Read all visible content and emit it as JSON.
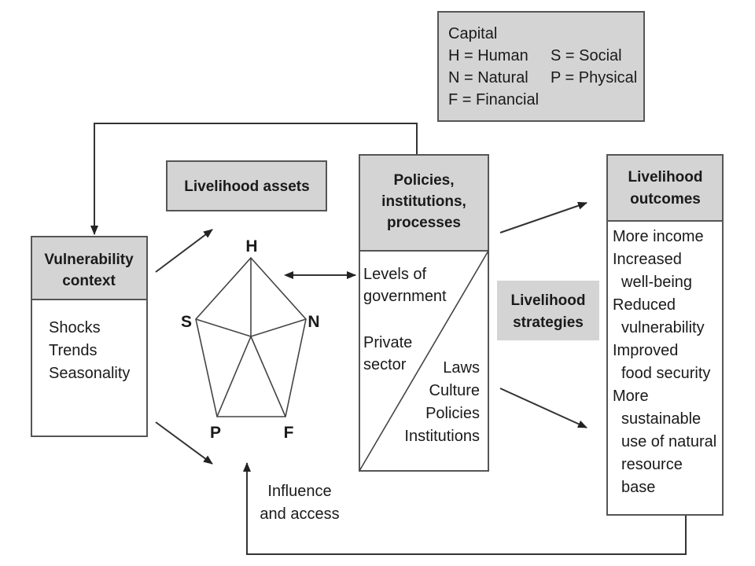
{
  "capital": {
    "title": "Capital",
    "h": "H = Human",
    "s": "S = Social",
    "n": "N = Natural",
    "p": "P = Physical",
    "f": "F = Financial"
  },
  "assets": {
    "label": "Livelihood assets",
    "nodes": {
      "h": "H",
      "s": "S",
      "n": "N",
      "p": "P",
      "f": "F"
    }
  },
  "vulnerability": {
    "title_line1": "Vulnerability",
    "title_line2": "context",
    "items": [
      "Shocks",
      "Trends",
      "Seasonality"
    ]
  },
  "policies": {
    "title_line1": "Policies,",
    "title_line2": "institutions,",
    "title_line3": "processes",
    "upper": [
      "Levels of",
      "government",
      "Private",
      "sector"
    ],
    "lower": [
      "Laws",
      "Culture",
      "Policies",
      "Institutions"
    ]
  },
  "strategies": {
    "line1": "Livelihood",
    "line2": "strategies"
  },
  "outcomes": {
    "title_line1": "Livelihood",
    "title_line2": "outcomes",
    "items": [
      "More income",
      "Increased",
      "well-being",
      "Reduced",
      "vulnerability",
      "Improved",
      "food security",
      "More",
      "sustainable",
      "use of natural",
      "resource",
      "base"
    ]
  },
  "influence": {
    "line1": "Influence",
    "line2": "and access"
  },
  "colors": {
    "box_gray": "#d4d4d4",
    "line": "#333333"
  }
}
